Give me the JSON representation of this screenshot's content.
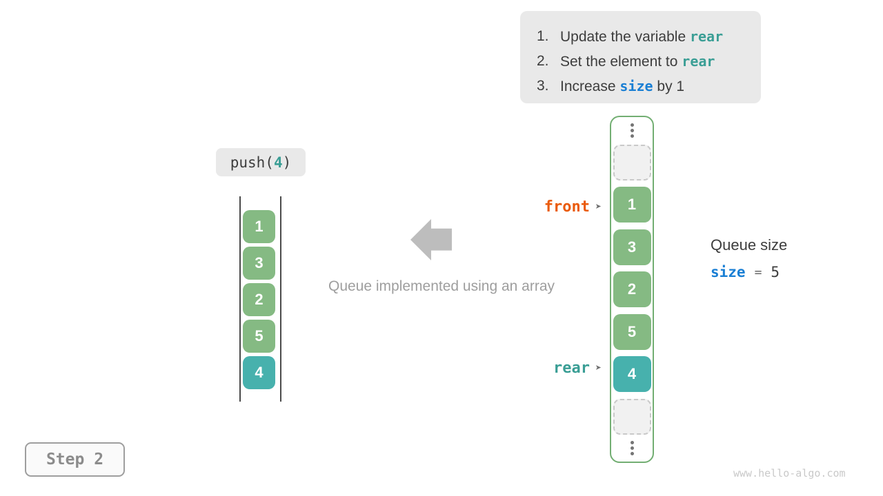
{
  "colors": {
    "cell_green": "#85ba83",
    "cell_teal": "#47b1ad",
    "code_teal": "#3a9e95",
    "code_blue": "#1a7fd4",
    "front_orange": "#ea5b0c",
    "container_border_green": "#72ae72",
    "panel_gray": "#e9e9e9",
    "text_dark": "#3d3d3d",
    "caption_gray": "#9e9e9e",
    "arrow_gray": "#bdbdbd"
  },
  "steps_panel": {
    "items": [
      {
        "num": "1.",
        "pre": "Update the variable ",
        "code": "rear",
        "post": ""
      },
      {
        "num": "2.",
        "pre": "Set the element to ",
        "code": "rear",
        "post": ""
      },
      {
        "num": "3.",
        "pre": "Increase ",
        "code": "size",
        "post": " by 1"
      }
    ]
  },
  "push_label": {
    "prefix": "push(",
    "arg": "4",
    "suffix": ")"
  },
  "left_stack": {
    "values": [
      "1",
      "3",
      "2",
      "5",
      "4"
    ]
  },
  "caption": "Queue implemented using an array",
  "right_array": {
    "values": [
      "1",
      "3",
      "2",
      "5",
      "4"
    ]
  },
  "pointers": {
    "front_label": "front",
    "rear_label": "rear",
    "arrow_glyph": "➤"
  },
  "queue_size": {
    "title": "Queue size",
    "var": "size",
    "equals": "=",
    "value": "5"
  },
  "step_badge": "Step 2",
  "watermark": "www.hello-algo.com"
}
